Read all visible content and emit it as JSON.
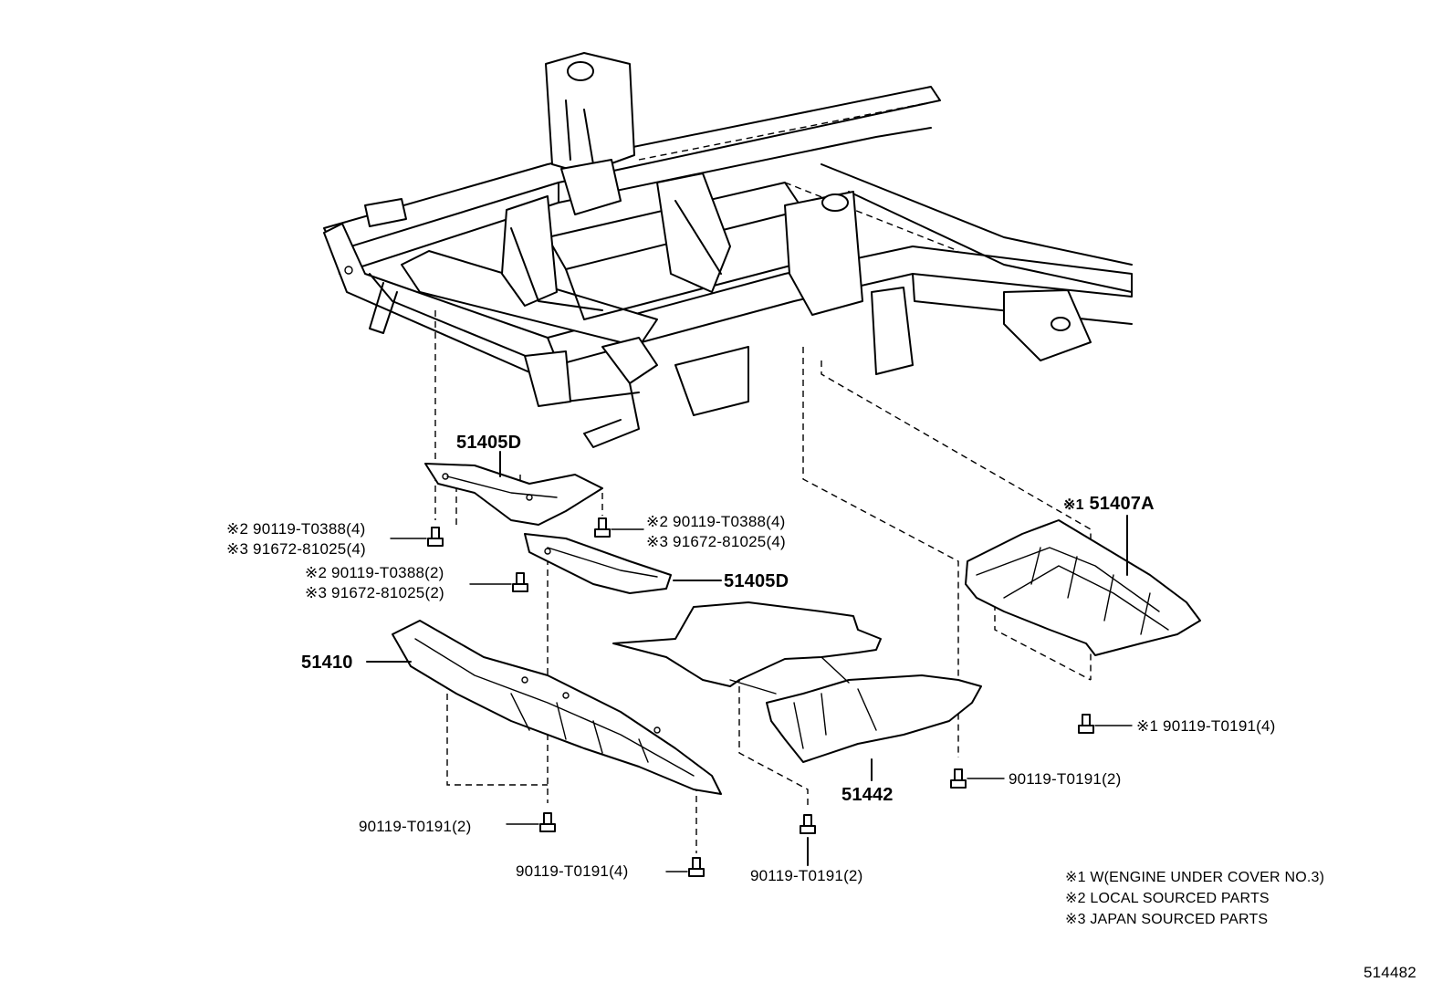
{
  "callouts": {
    "p51405D_top": "51405D",
    "p51405D_mid": "51405D",
    "p51407A_mark": "※1",
    "p51407A": "51407A",
    "p51410": "51410",
    "p51442": "51442",
    "bolt_left_a_mark": "※2",
    "bolt_left_a": "90119-T0388(4)",
    "bolt_left_b_mark": "※3",
    "bolt_left_b": "91672-81025(4)",
    "bolt_right_a_mark": "※2",
    "bolt_right_a": "90119-T0388(4)",
    "bolt_right_b_mark": "※3",
    "bolt_right_b": "91672-81025(4)",
    "bolt_mid_a_mark": "※2",
    "bolt_mid_a": "90119-T0388(2)",
    "bolt_mid_b_mark": "※3",
    "bolt_mid_b": "91672-81025(2)",
    "bolt_51407A_mark": "※1",
    "bolt_51407A": "90119-T0191(4)",
    "bolt_51442_right": "90119-T0191(2)",
    "bolt_51410_a": "90119-T0191(2)",
    "bolt_51410_b": "90119-T0191(4)",
    "bolt_51442_bottom": "90119-T0191(2)"
  },
  "legend": [
    "※1 W(ENGINE UNDER COVER NO.3)",
    "※2 LOCAL SOURCED PARTS",
    "※3 JAPAN SOURCED PARTS"
  ],
  "diagram_code": "514482"
}
